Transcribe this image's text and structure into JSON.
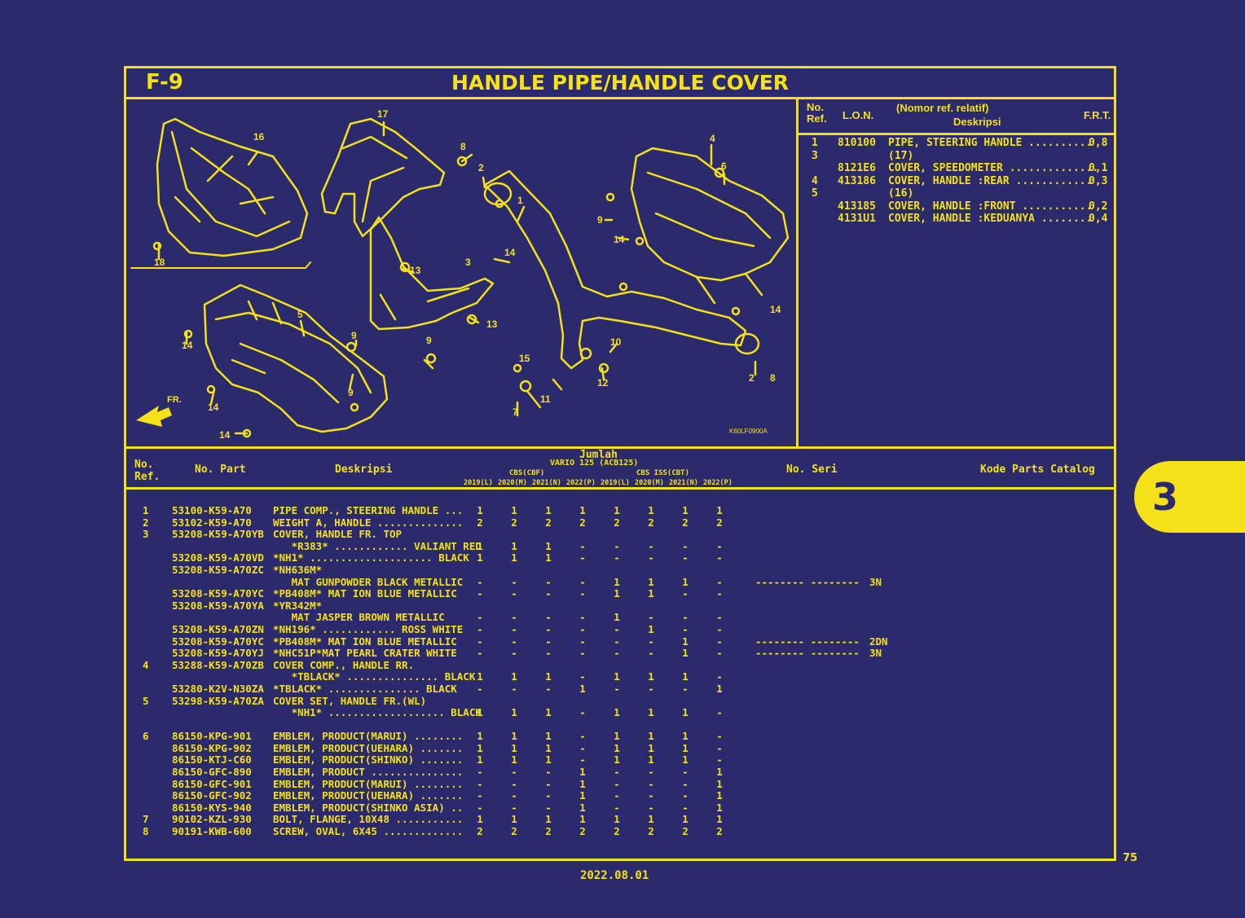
{
  "header": {
    "figure_id": "F-9",
    "title": "HANDLE PIPE/HANDLE COVER"
  },
  "lon_table": {
    "col_ref": "No.\nRef.",
    "col_lon": "L.O.N.",
    "col_relative": "(Nomor ref. relatif)",
    "col_desc": "Deskripsi",
    "col_frt": "F.R.T.",
    "rows": [
      {
        "ref": "1",
        "lon": "810100",
        "desc": "PIPE, STEERING HANDLE ..........",
        "frt": "0,8"
      },
      {
        "ref": "3",
        "lon": "",
        "desc": "(17)",
        "frt": ""
      },
      {
        "ref": "",
        "lon": "8121E6",
        "desc": "COVER, SPEEDOMETER ..............",
        "frt": "0,1"
      },
      {
        "ref": "4",
        "lon": "413186",
        "desc": "COVER, HANDLE :REAR ............",
        "frt": "0,3"
      },
      {
        "ref": "5",
        "lon": "",
        "desc": "(16)",
        "frt": ""
      },
      {
        "ref": "",
        "lon": "413185",
        "desc": "COVER, HANDLE :FRONT ...........",
        "frt": "0,2"
      },
      {
        "ref": "",
        "lon": "4131U1",
        "desc": "COVER, HANDLE :KEDUANYA ........",
        "frt": "0,4"
      }
    ]
  },
  "diagram": {
    "callouts": [
      "16",
      "17",
      "8",
      "2",
      "1",
      "4",
      "6",
      "9",
      "14",
      "18",
      "13",
      "3",
      "5",
      "9",
      "14",
      "14",
      "9",
      "15",
      "10",
      "12",
      "11",
      "7",
      "14",
      "13",
      "9",
      "14",
      "2",
      "8",
      "14"
    ],
    "front_marker": "FR.",
    "code": "K60LF0900A"
  },
  "parts_table": {
    "col_ref": "No.\nRef.",
    "col_part": "No. Part",
    "col_desc": "Deskripsi",
    "col_qty": "Jumlah",
    "model": "VARIO 125 (ACB125)",
    "group_cbs": "CBS(CBF)",
    "group_iss": "CBS ISS(CBT)",
    "years": [
      "2019(L)",
      "2020(M)",
      "2021(N)",
      "2022(P)",
      "2019(L)",
      "2020(M)",
      "2021(N)",
      "2022(P)"
    ],
    "col_serial": "No. Seri",
    "col_kode": "Kode Parts Catalog",
    "rows": [
      {
        "ref": "1",
        "part": "53100-K59-A70",
        "desc": "PIPE COMP., STEERING HANDLE ...",
        "qty": [
          "1",
          "1",
          "1",
          "1",
          "1",
          "1",
          "1",
          "1"
        ],
        "serial": "",
        "kode": ""
      },
      {
        "ref": "2",
        "part": "53102-K59-A70",
        "desc": "WEIGHT A, HANDLE ..............",
        "qty": [
          "2",
          "2",
          "2",
          "2",
          "2",
          "2",
          "2",
          "2"
        ],
        "serial": "",
        "kode": ""
      },
      {
        "ref": "3",
        "part": "53208-K59-A70YB",
        "desc": "COVER, HANDLE FR. TOP",
        "qty": [
          "",
          "",
          "",
          "",
          "",
          "",
          "",
          ""
        ],
        "serial": "",
        "kode": ""
      },
      {
        "ref": "",
        "part": "",
        "desc": "   *R383* ............ VALIANT RED",
        "qty": [
          "1",
          "1",
          "1",
          "-",
          "-",
          "-",
          "-",
          "-"
        ],
        "serial": "",
        "kode": ""
      },
      {
        "ref": "",
        "part": "53208-K59-A70VD",
        "desc": "*NH1* .................... BLACK",
        "qty": [
          "1",
          "1",
          "1",
          "-",
          "-",
          "-",
          "-",
          "-"
        ],
        "serial": "",
        "kode": ""
      },
      {
        "ref": "",
        "part": "53208-K59-A70ZC",
        "desc": "*NH636M*",
        "qty": [
          "",
          "",
          "",
          "",
          "",
          "",
          "",
          ""
        ],
        "serial": "",
        "kode": ""
      },
      {
        "ref": "",
        "part": "",
        "desc": "   MAT GUNPOWDER BLACK METALLIC",
        "qty": [
          "-",
          "-",
          "-",
          "-",
          "1",
          "1",
          "1",
          "-"
        ],
        "serial": "-------- --------",
        "kode": "3N"
      },
      {
        "ref": "",
        "part": "53208-K59-A70YC",
        "desc": "*PB408M* MAT ION BLUE METALLIC",
        "qty": [
          "-",
          "-",
          "-",
          "-",
          "1",
          "1",
          "-",
          "-"
        ],
        "serial": "",
        "kode": ""
      },
      {
        "ref": "",
        "part": "53208-K59-A70YA",
        "desc": "*YR342M*",
        "qty": [
          "",
          "",
          "",
          "",
          "",
          "",
          "",
          ""
        ],
        "serial": "",
        "kode": ""
      },
      {
        "ref": "",
        "part": "",
        "desc": "   MAT JASPER BROWN METALLIC",
        "qty": [
          "-",
          "-",
          "-",
          "-",
          "1",
          "-",
          "-",
          "-"
        ],
        "serial": "",
        "kode": ""
      },
      {
        "ref": "",
        "part": "53208-K59-A70ZN",
        "desc": "*NH196* ............ ROSS WHITE",
        "qty": [
          "-",
          "-",
          "-",
          "-",
          "-",
          "1",
          "-",
          "-"
        ],
        "serial": "",
        "kode": ""
      },
      {
        "ref": "",
        "part": "53208-K59-A70YC",
        "desc": "*PB408M* MAT ION BLUE METALLIC",
        "qty": [
          "-",
          "-",
          "-",
          "-",
          "-",
          "-",
          "1",
          "-"
        ],
        "serial": "-------- --------",
        "kode": "2DN"
      },
      {
        "ref": "",
        "part": "53208-K59-A70YJ",
        "desc": "*NHC51P*MAT PEARL CRATER WHITE",
        "qty": [
          "-",
          "-",
          "-",
          "-",
          "-",
          "-",
          "1",
          "-"
        ],
        "serial": "-------- --------",
        "kode": "3N"
      },
      {
        "ref": "4",
        "part": "53288-K59-A70ZB",
        "desc": "COVER COMP., HANDLE RR.",
        "qty": [
          "",
          "",
          "",
          "",
          "",
          "",
          "",
          ""
        ],
        "serial": "",
        "kode": ""
      },
      {
        "ref": "",
        "part": "",
        "desc": "   *TBLACK* ............... BLACK",
        "qty": [
          "1",
          "1",
          "1",
          "-",
          "1",
          "1",
          "1",
          "-"
        ],
        "serial": "",
        "kode": ""
      },
      {
        "ref": "",
        "part": "53280-K2V-N30ZA",
        "desc": "*TBLACK* ............... BLACK",
        "qty": [
          "-",
          "-",
          "-",
          "1",
          "-",
          "-",
          "-",
          "1"
        ],
        "serial": "",
        "kode": ""
      },
      {
        "ref": "5",
        "part": "53298-K59-A70ZA",
        "desc": "COVER SET, HANDLE FR.(WL)",
        "qty": [
          "",
          "",
          "",
          "",
          "",
          "",
          "",
          ""
        ],
        "serial": "",
        "kode": ""
      },
      {
        "ref": "",
        "part": "",
        "desc": "   *NH1* ................... BLACK",
        "qty": [
          "1",
          "1",
          "1",
          "-",
          "1",
          "1",
          "1",
          "-"
        ],
        "serial": "",
        "kode": ""
      },
      {
        "ref": "",
        "part": "",
        "desc": "",
        "qty": [
          "",
          "",
          "",
          "",
          "",
          "",
          "",
          ""
        ],
        "serial": "",
        "kode": ""
      },
      {
        "ref": "6",
        "part": "86150-KPG-901",
        "desc": "EMBLEM, PRODUCT(MARUI) ........",
        "qty": [
          "1",
          "1",
          "1",
          "-",
          "1",
          "1",
          "1",
          "-"
        ],
        "serial": "",
        "kode": ""
      },
      {
        "ref": "",
        "part": "86150-KPG-902",
        "desc": "EMBLEM, PRODUCT(UEHARA) .......",
        "qty": [
          "1",
          "1",
          "1",
          "-",
          "1",
          "1",
          "1",
          "-"
        ],
        "serial": "",
        "kode": ""
      },
      {
        "ref": "",
        "part": "86150-KTJ-C60",
        "desc": "EMBLEM, PRODUCT(SHINKO) .......",
        "qty": [
          "1",
          "1",
          "1",
          "-",
          "1",
          "1",
          "1",
          "-"
        ],
        "serial": "",
        "kode": ""
      },
      {
        "ref": "",
        "part": "86150-GFC-890",
        "desc": "EMBLEM, PRODUCT ...............",
        "qty": [
          "-",
          "-",
          "-",
          "1",
          "-",
          "-",
          "-",
          "1"
        ],
        "serial": "",
        "kode": ""
      },
      {
        "ref": "",
        "part": "86150-GFC-901",
        "desc": "EMBLEM, PRODUCT(MARUI) ........",
        "qty": [
          "-",
          "-",
          "-",
          "1",
          "-",
          "-",
          "-",
          "1"
        ],
        "serial": "",
        "kode": ""
      },
      {
        "ref": "",
        "part": "86150-GFC-902",
        "desc": "EMBLEM, PRODUCT(UEHARA) .......",
        "qty": [
          "-",
          "-",
          "-",
          "1",
          "-",
          "-",
          "-",
          "1"
        ],
        "serial": "",
        "kode": ""
      },
      {
        "ref": "",
        "part": "86150-KYS-940",
        "desc": "EMBLEM, PRODUCT(SHINKO ASIA) ..",
        "qty": [
          "-",
          "-",
          "-",
          "1",
          "-",
          "-",
          "-",
          "1"
        ],
        "serial": "",
        "kode": ""
      },
      {
        "ref": "7",
        "part": "90102-KZL-930",
        "desc": "BOLT, FLANGE, 10X48 ...........",
        "qty": [
          "1",
          "1",
          "1",
          "1",
          "1",
          "1",
          "1",
          "1"
        ],
        "serial": "",
        "kode": ""
      },
      {
        "ref": "8",
        "part": "90191-KWB-600",
        "desc": "SCREW, OVAL, 6X45 .............",
        "qty": [
          "2",
          "2",
          "2",
          "2",
          "2",
          "2",
          "2",
          "2"
        ],
        "serial": "",
        "kode": ""
      }
    ]
  },
  "side_tab": {
    "label": "3"
  },
  "footer": {
    "page_number": "75",
    "date": "2022.08.01"
  },
  "colors": {
    "background": "#2a2a6c",
    "ink": "#f5e11a"
  }
}
